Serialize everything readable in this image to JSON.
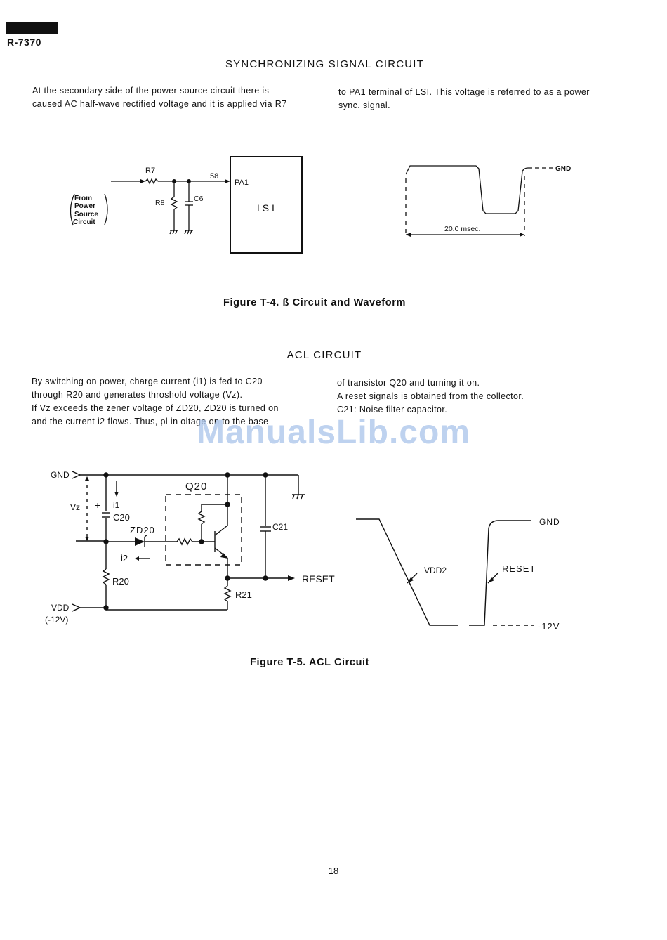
{
  "header": {
    "model": "R-7370"
  },
  "sync": {
    "title": "SYNCHRONIZING SIGNAL CIRCUIT",
    "para_left": [
      "At the secondary side of the power source circuit there is",
      "caused AC half-wave rectified voltage and it is applied via R7"
    ],
    "para_right": [
      "to PA1 terminal of LSI. This voltage is referred to as a power",
      "sync. signal."
    ],
    "circuit": {
      "r7": "R7",
      "pin": "58",
      "pa1": "PA1",
      "lsi": "LS I",
      "r8": "R8",
      "c6": "C6",
      "source": [
        "From",
        "Power",
        "Source",
        "Circuit"
      ]
    },
    "waveform": {
      "gnd": "GND",
      "period": "20.0 msec."
    },
    "caption": "Figure T-4. ß Circuit and Waveform"
  },
  "acl": {
    "title": "ACL CIRCUIT",
    "para_left": [
      "By switching on power, charge current (i1) is fed to C20",
      "through R20 and generates throshold voltage (Vz).",
      "If Vz exceeds the zener voltage of ZD20, ZD20 is turned on",
      "and the current i2 flows. Thus, pl     in    oltage on to the base"
    ],
    "para_right": [
      "of transistor Q20 and turning it on.",
      "A reset signals is obtained from the collector.",
      "C21: Noise filter capacitor."
    ],
    "circuit": {
      "gnd": "GND",
      "vz": "Vz",
      "plus": "+",
      "i1": "i1",
      "c20": "C20",
      "zd20": "ZD20",
      "q20": "Q20",
      "c21": "C21",
      "i2": "i2",
      "r20": "R20",
      "r21": "R21",
      "reset": "RESET",
      "vdd": "VDD",
      "vdd_value": "(-12V)"
    },
    "waveform": {
      "gnd": "GND",
      "vdd2": "VDD2",
      "reset": "RESET",
      "neg12": "-12V"
    },
    "caption": "Figure T-5. ACL Circuit"
  },
  "watermark": "ManualsLib.com",
  "page_number": "18"
}
